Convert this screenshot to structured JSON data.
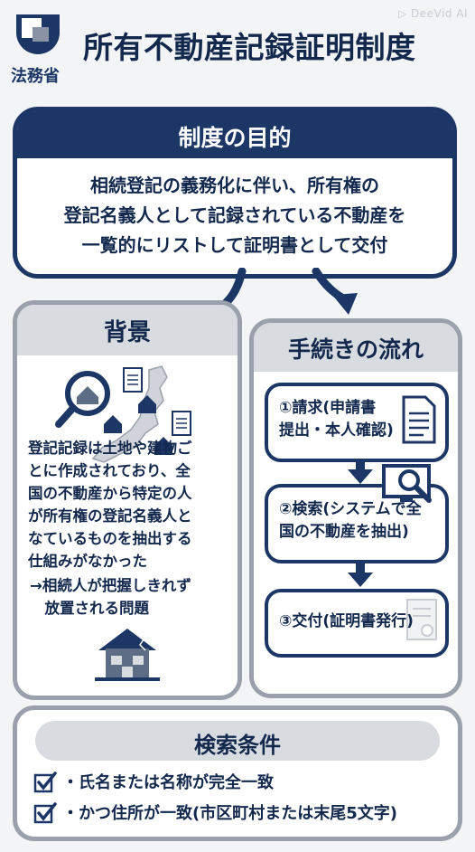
{
  "header": {
    "ministry": "法務省",
    "title": "所有不動産記録証明制度",
    "watermark": "▷ DeeVid AI"
  },
  "purpose": {
    "title": "制度の目的",
    "lines": [
      "相続登記の義務化に伴い、所有権の",
      "登記名義人として記録されている不動産を",
      "一覧的にリストして証明書として交付"
    ]
  },
  "background": {
    "title": "背景",
    "lines": [
      "登記記録は土地や建物ご",
      "とに作成されており、全",
      "国の不動産から特定の人",
      "が所有権の登記名義人と",
      "なているものを抽出する",
      "仕組みがなかった"
    ],
    "note_lines": [
      "→相続人が把握しきれず",
      "　放置される問題"
    ]
  },
  "flow": {
    "title": "手続きの流れ",
    "steps": [
      {
        "lines": [
          "①請求(申請書",
          "提出・本人確認)"
        ],
        "icon": "document-icon"
      },
      {
        "lines": [
          "②検索(システムで全",
          "国の不動産を抽出)"
        ],
        "icon": "computer-search-icon"
      },
      {
        "lines": [
          "③交付(証明書発行)"
        ],
        "icon": "certificate-icon"
      }
    ]
  },
  "conditions": {
    "title": "検索条件",
    "items": [
      "・氏名または名称が完全一致",
      "・かつ住所が一致(市区町村または末尾5文字)"
    ]
  },
  "colors": {
    "navy": "#1c3766",
    "gray_border": "#9aa1ac",
    "gray_header": "#d8dbe0"
  }
}
